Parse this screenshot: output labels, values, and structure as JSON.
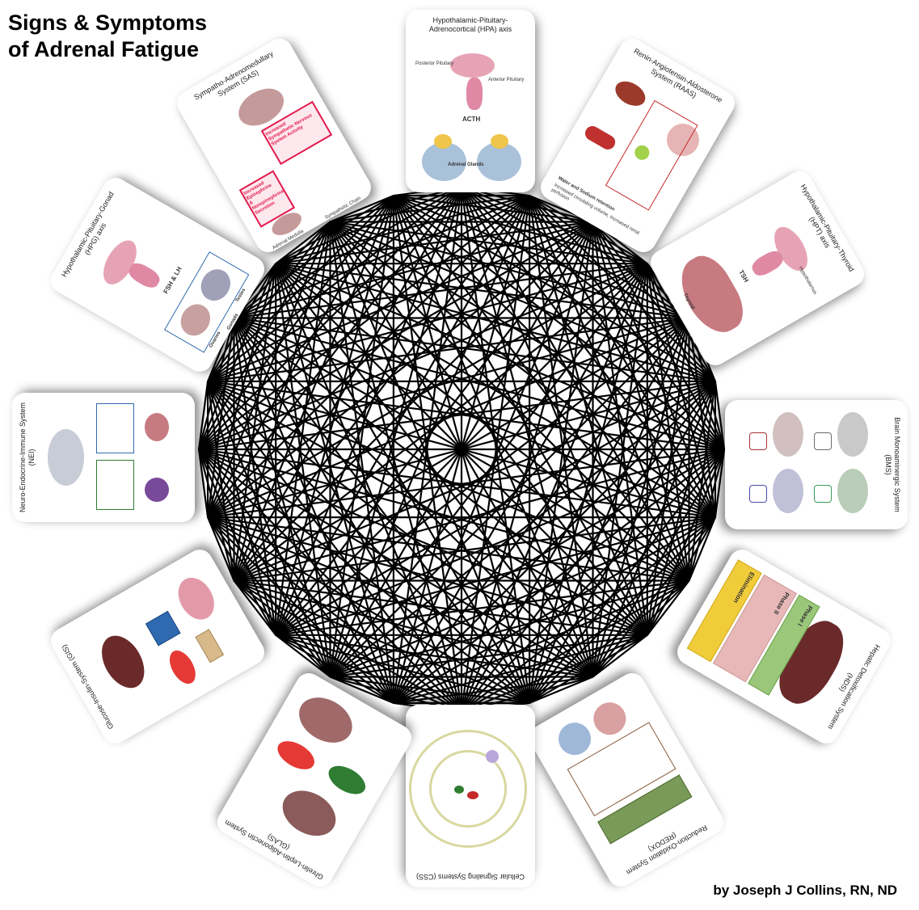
{
  "title": {
    "line1": "Signs & Symptoms",
    "line2": "of Adrenal Fatigue"
  },
  "credit": "by Joseph J Collins, RN, ND",
  "mesh": {
    "stroke": "#000000"
  },
  "cards": [
    {
      "key": "hpa",
      "title": "Hypothalamic-Pituitary-Adrenocortical (HPA) axis",
      "labels": [
        "Posterior Pituitary",
        "Anterior Pituitary",
        "ACTH",
        "Adrenal Glands"
      ]
    },
    {
      "key": "raas",
      "title": "Renin-Angiotensin-Aldosterone System (RAAS)",
      "labels": [
        "Water and Sodium retention",
        "Increased circulating volume, Increased renal perfusion"
      ]
    },
    {
      "key": "hpt",
      "title": "Hypothalamic-Pituitary-Thyroid (HPT) axis",
      "labels": [
        "Hypothalamus",
        "TSH",
        "Thyroid"
      ]
    },
    {
      "key": "bms",
      "title": "Brain Monoaminergic System (BMS)",
      "labels": []
    },
    {
      "key": "hds",
      "title": "Hepatic Detoxification System (HDS)",
      "labels": [
        "Phase I",
        "Phase II",
        "Elimination"
      ]
    },
    {
      "key": "redox",
      "title": "Reduction-Oxidation System (REDOX)",
      "labels": []
    },
    {
      "key": "css",
      "title": "Cellular Signaling Systems (CSS)",
      "labels": []
    },
    {
      "key": "glas",
      "title": "Ghrelin-Leptin-Adiponectin System (GLAS)",
      "labels": []
    },
    {
      "key": "gis",
      "title": "Glucose-Insulin-System (GIS)",
      "labels": []
    },
    {
      "key": "nei",
      "title": "Neuro-Endocrine-Immune System (NEI)",
      "labels": []
    },
    {
      "key": "hpg",
      "title": "Hypothalamic-Pituitary-Gonad (HPG) axis",
      "labels": [
        "FSH & LH",
        "Ovaries",
        "Gonads",
        "Testes"
      ]
    },
    {
      "key": "sas",
      "title": "Sympatho-Adrenomedullary System (SAS)",
      "labels": [
        "Increased Sympathetic Nervous System Activity",
        "Increased Epinephrine & Norepinephrine Secretion",
        "Adrenal Medulla",
        "Sympathetic Chain"
      ]
    }
  ]
}
